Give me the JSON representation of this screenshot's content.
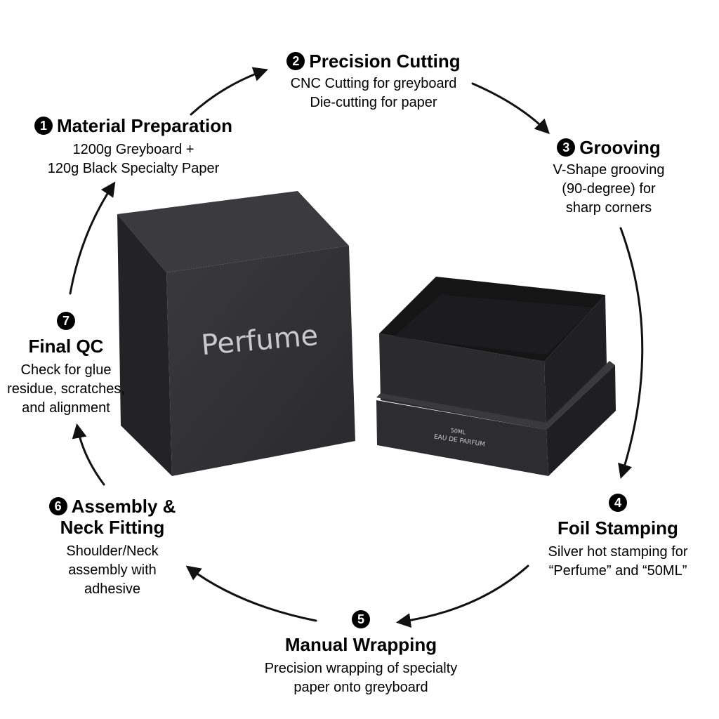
{
  "steps": [
    {
      "num": "1",
      "title": "Material Preparation",
      "desc": [
        "1200g Greyboard +",
        "120g Black Specialty Paper"
      ]
    },
    {
      "num": "2",
      "title": "Precision Cutting",
      "desc": [
        "CNC Cutting for greyboard",
        "Die-cutting for paper"
      ]
    },
    {
      "num": "3",
      "title": "Grooving",
      "desc": [
        "V-Shape grooving",
        "(90-degree) for",
        "sharp corners"
      ]
    },
    {
      "num": "4",
      "title": "Foil Stamping",
      "desc": [
        "Silver hot stamping for",
        "“Perfume” and “50ML”"
      ]
    },
    {
      "num": "5",
      "title": "Manual Wrapping",
      "desc": [
        "Precision wrapping of specialty",
        "paper onto greyboard"
      ]
    },
    {
      "num": "6",
      "title_lines": [
        "Assembly &",
        "Neck Fitting"
      ],
      "desc": [
        "Shoulder/Neck",
        "assembly with",
        "adhesive"
      ]
    },
    {
      "num": "7",
      "title": "Final QC",
      "desc": [
        "Check for glue",
        "residue, scratches,",
        "and alignment"
      ]
    }
  ],
  "product": {
    "lid_text": "Perfume",
    "base_text_line1": "50ML",
    "base_text_line2": "EAU DE PARFUM"
  },
  "colors": {
    "box_front": "#2e2e30",
    "box_side": "#232325",
    "box_top": "#3a3a3c",
    "foil": "#c9c9cc",
    "arrow": "#111111"
  }
}
